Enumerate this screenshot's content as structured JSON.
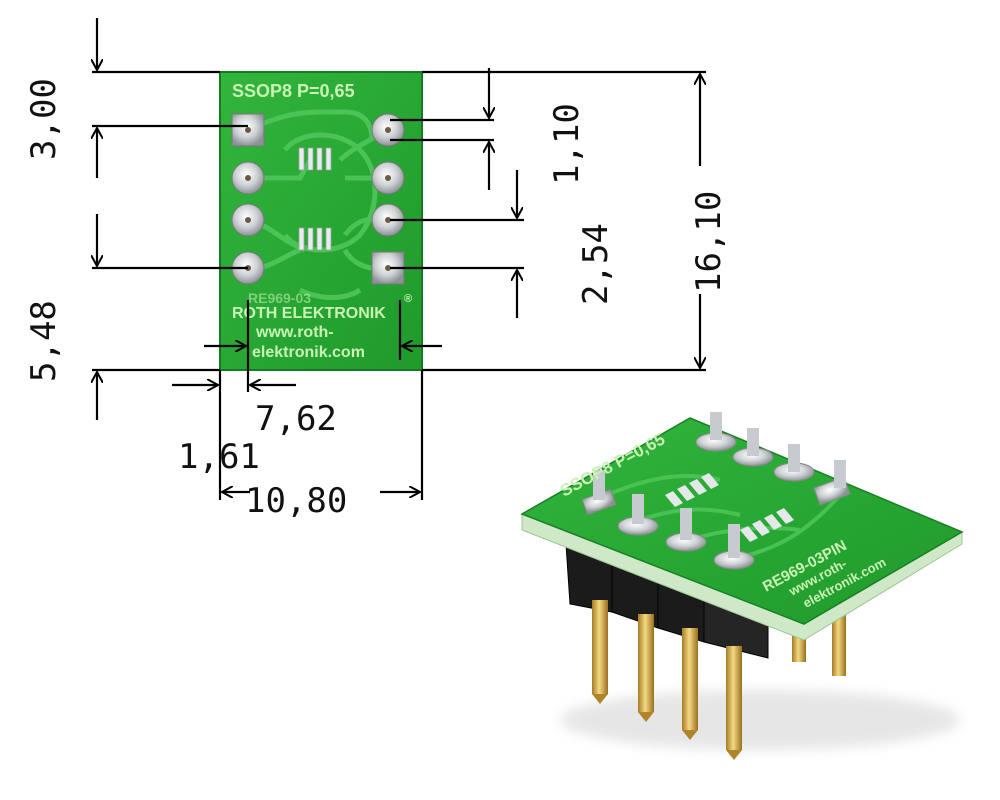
{
  "board": {
    "top_label": "SSOP8 P=0,65",
    "brand": "ROTH ELEKTRONIK",
    "registered": "®",
    "part_obscured": "RE969-03",
    "url_line1": "www.roth-",
    "url_line2": "elektronik.com"
  },
  "dimensions": {
    "top_offset": "3,00",
    "bottom_offset": "5,48",
    "pad_height": "1,10",
    "pin_pitch": "2,54",
    "total_height": "16,10",
    "row_spacing": "7,62",
    "edge_offset": "1,61",
    "total_width": "10,80"
  },
  "photo": {
    "top_label": "SSOP8 P=0,65",
    "part_label": "RE969-03PIN",
    "url_line1": "www.roth-",
    "url_line2": "elektronik.com"
  },
  "colors": {
    "pcb_green": "#27a833",
    "pcb_dark": "#1c8a27",
    "silk": "#c9f3b4",
    "pad_silver": "#d9dde0",
    "pin_gold": "#e0b84a",
    "header_black": "#1b1b1b"
  }
}
